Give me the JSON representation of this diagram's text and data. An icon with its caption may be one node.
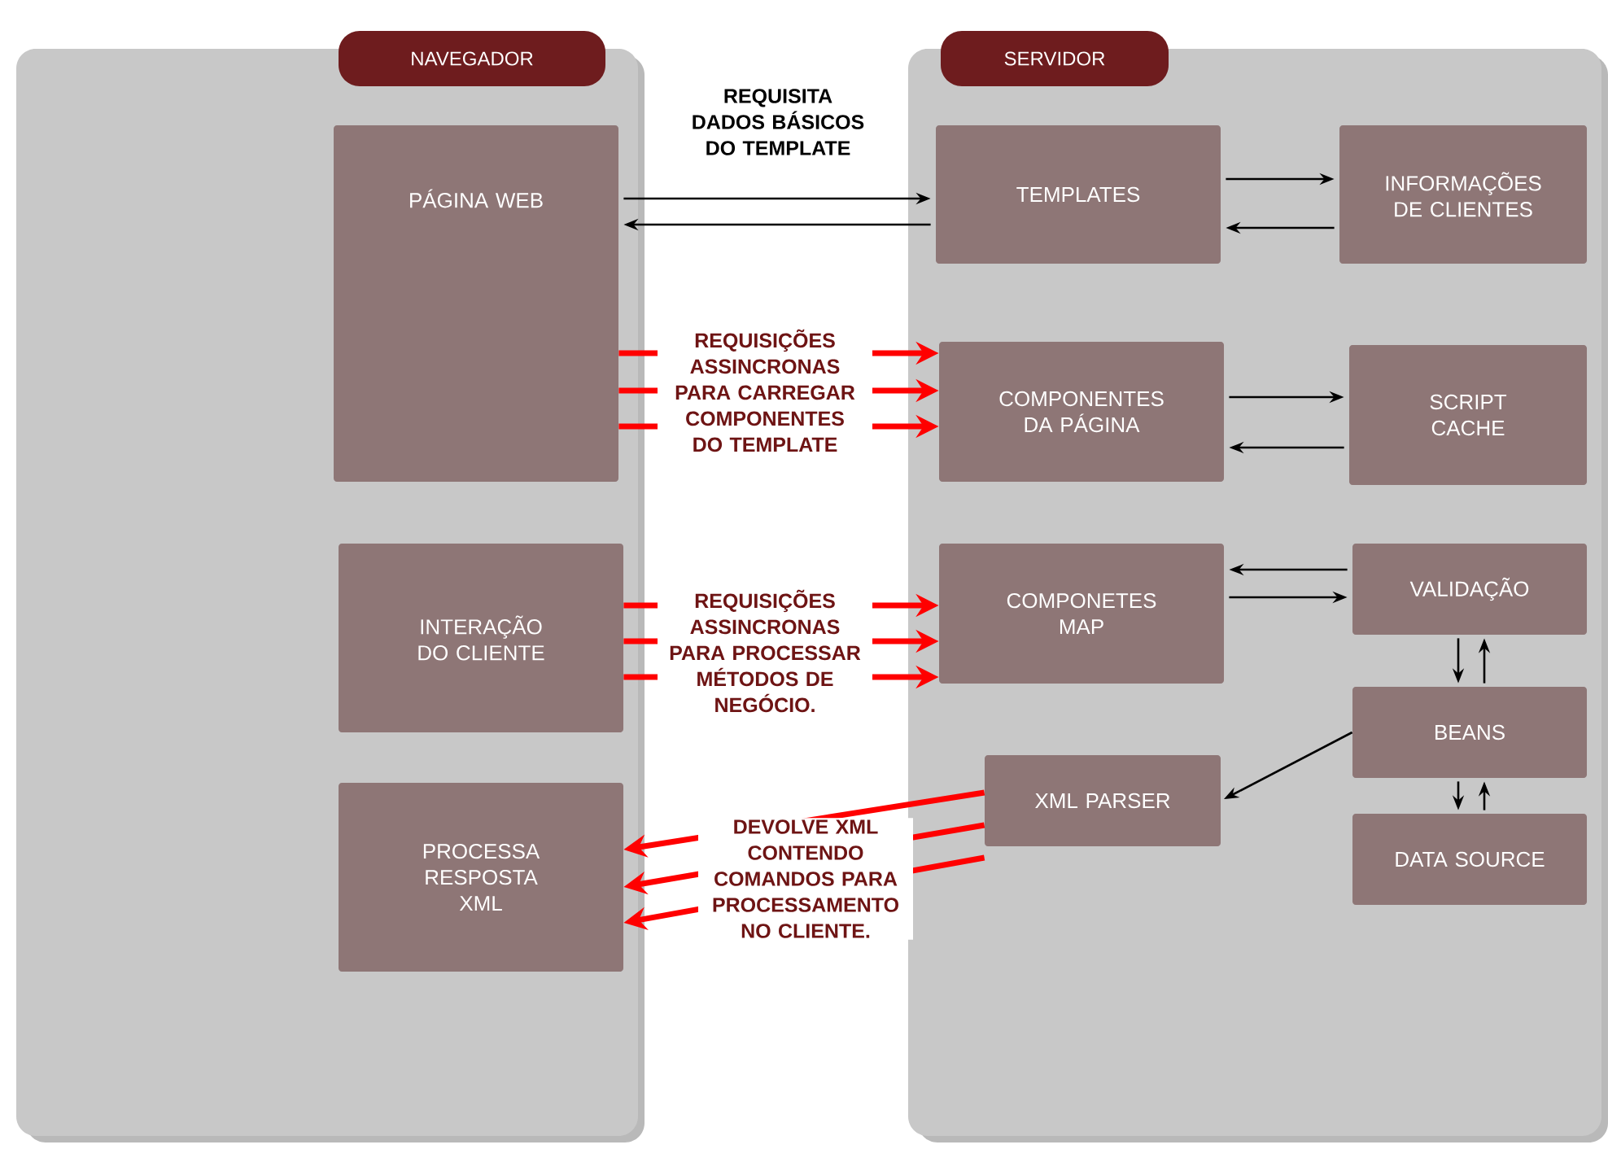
{
  "diagram": {
    "nodes": [
      {
        "text": [
          "NAVEGADOR"
        ]
      },
      {
        "text": [
          "PÁGINA WEB"
        ],
        "in": 0
      },
      {
        "text": [
          "INTERAÇÃO DO CLIENTE"
        ],
        "in": 0
      },
      {
        "text": [
          "PROCESSA RESPOSTA XML"
        ],
        "in": 0
      },
      {
        "text": [
          "SERVIDOR"
        ]
      },
      {
        "text": [
          "TEMPLATES"
        ],
        "in": 4
      },
      {
        "text": [
          "INFORMAÇÕES DE CLIENTES"
        ],
        "in": 4
      },
      {
        "text": [
          "COMPONENTES DA PÁGINA"
        ],
        "in": 4
      },
      {
        "text": [
          "SCRIPT CACHE"
        ],
        "in": 4
      },
      {
        "text": [
          "COMPONETES MAP"
        ],
        "in": 4
      },
      {
        "text": [
          "VALIDAÇÃO"
        ],
        "in": 4
      },
      {
        "text": [
          "BEANS"
        ],
        "in": 4
      },
      {
        "text": [
          "XML PARSER"
        ],
        "in": 4
      },
      {
        "text": [
          "DATA SOURCE"
        ],
        "in": 4
      }
    ],
    "edges": [
      {
        "from": 1,
        "to": 5,
        "arrow": "to",
        "label": "REQUISITA DADOS BÁSICOS DO TEMPLATE"
      },
      {
        "from": 5,
        "to": 1,
        "arrow": "to"
      },
      {
        "from": 5,
        "to": 6,
        "arrow": "to"
      },
      {
        "from": 6,
        "to": 5,
        "arrow": "to"
      },
      {
        "from": 1,
        "to": 7,
        "arrow": "to",
        "style": "thick",
        "color": "#ff0000"
      },
      {
        "from": 1,
        "to": 7,
        "arrow": "to",
        "style": "thick",
        "color": "#ff0000",
        "label": "REQUISIÇÕES ASSINCRONAS PARA CARREGAR COMPONENTES DO TEMPLATE"
      },
      {
        "from": 1,
        "to": 7,
        "arrow": "to",
        "style": "thick",
        "color": "#ff0000"
      },
      {
        "from": 7,
        "to": 8,
        "arrow": "to"
      },
      {
        "from": 8,
        "to": 7,
        "arrow": "to"
      },
      {
        "from": 10,
        "to": 9,
        "arrow": "to"
      },
      {
        "from": 9,
        "to": 10,
        "arrow": "to"
      },
      {
        "from": 2,
        "to": 9,
        "arrow": "to",
        "style": "thick",
        "color": "#ff0000"
      },
      {
        "from": 2,
        "to": 9,
        "arrow": "to",
        "style": "thick",
        "color": "#ff0000",
        "label": "REQUISIÇÕES ASSINCRONAS PARA PROCESSAR MÉTODOS DE NEGÓCIO."
      },
      {
        "from": 2,
        "to": 9,
        "arrow": "to",
        "style": "thick",
        "color": "#ff0000"
      },
      {
        "from": 10,
        "to": 11,
        "arrow": "to"
      },
      {
        "from": 11,
        "to": 10,
        "arrow": "to"
      },
      {
        "from": 11,
        "to": 13,
        "arrow": "to"
      },
      {
        "from": 13,
        "to": 11,
        "arrow": "to"
      },
      {
        "from": 11,
        "to": 12,
        "arrow": "to"
      },
      {
        "from": 12,
        "to": 3,
        "arrow": "to",
        "style": "thick",
        "color": "#ff0000"
      },
      {
        "from": 12,
        "to": 3,
        "arrow": "to",
        "style": "thick",
        "color": "#ff0000",
        "label": "DEVOLVE XML CONTENDO COMANDOS PARA PROCESSAMENTO NO CLIENTE."
      },
      {
        "from": 12,
        "to": 3,
        "arrow": "to",
        "style": "thick",
        "color": "#ff0000"
      }
    ]
  }
}
